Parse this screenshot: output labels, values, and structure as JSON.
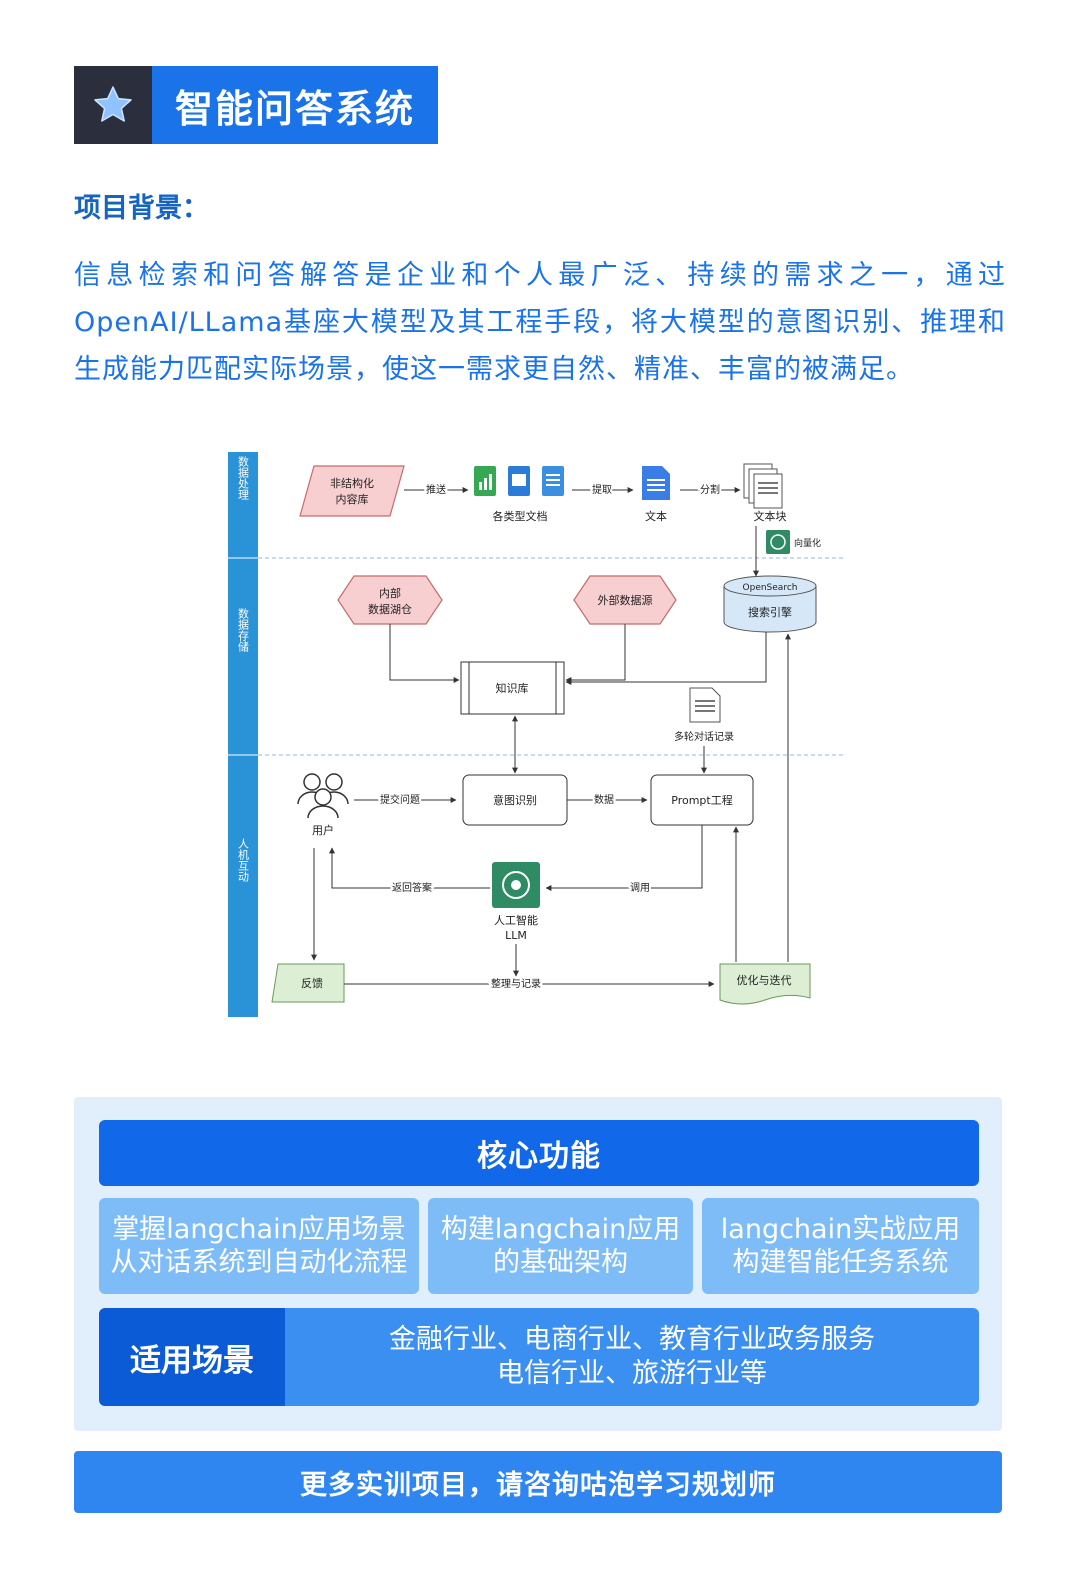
{
  "header": {
    "icon": "star-icon",
    "title": "智能问答系统"
  },
  "background": {
    "heading": "项目背景：",
    "paragraph": "信息检索和问答解答是企业和个人最广泛、持续的需求之一，通过OpenAI/LLama基座大模型及其工程手段，将大模型的意图识别、推理和生成能力匹配实际场景，使这一需求更自然、精准、丰富的被满足。"
  },
  "diagram": {
    "lanes": [
      "数据处理",
      "数据存储",
      "人机互动"
    ],
    "nodes": {
      "unstructured": [
        "非结构化",
        "内容库"
      ],
      "docs": "各类型文档",
      "text": "文本",
      "chunks": "文本块",
      "vectorize": "向量化",
      "opensearch": "OpenSearch",
      "search_engine": "搜索引擎",
      "internal": [
        "内部",
        "数据湖仓"
      ],
      "external": "外部数据源",
      "kb": "知识库",
      "history": "多轮对话记录",
      "user": "用户",
      "intent": "意图识别",
      "prompt": "Prompt工程",
      "ai": "人工智能",
      "llm": "LLM",
      "feedback": "反馈",
      "optimize": "优化与迭代"
    },
    "edges": {
      "push": "推送",
      "extract": "提取",
      "split": "分割",
      "ask": "提交问题",
      "data": "数据",
      "call": "调用",
      "answer": "返回答案",
      "record": "整理与记录"
    }
  },
  "core": {
    "title": "核心功能"
  },
  "features": [
    {
      "line1": "掌握langchain应用场景",
      "line2": "从对话系统到自动化流程"
    },
    {
      "line1": "构建langchain应用",
      "line2": "的基础架构"
    },
    {
      "line1": "langchain实战应用",
      "line2": "构建智能任务系统"
    }
  ],
  "scenarios": {
    "label": "适用场景",
    "line1": "金融行业、电商行业、教育行业政务服务",
    "line2": "电信行业、旅游行业等"
  },
  "cta": "更多实训项目，请咨询咕泡学习规划师"
}
